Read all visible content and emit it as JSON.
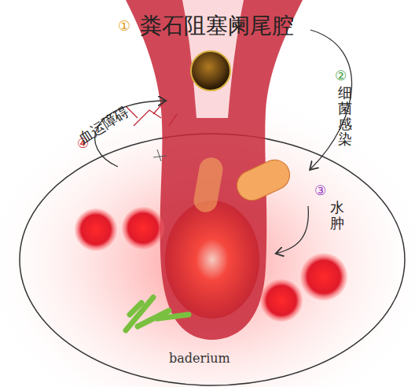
{
  "diagram": {
    "labels": [
      "①",
      "粪石阻塞阑尾腔",
      "②",
      "细菌感染",
      "③",
      "水肿",
      "④",
      "血运障碍",
      "baderium"
    ]
  }
}
